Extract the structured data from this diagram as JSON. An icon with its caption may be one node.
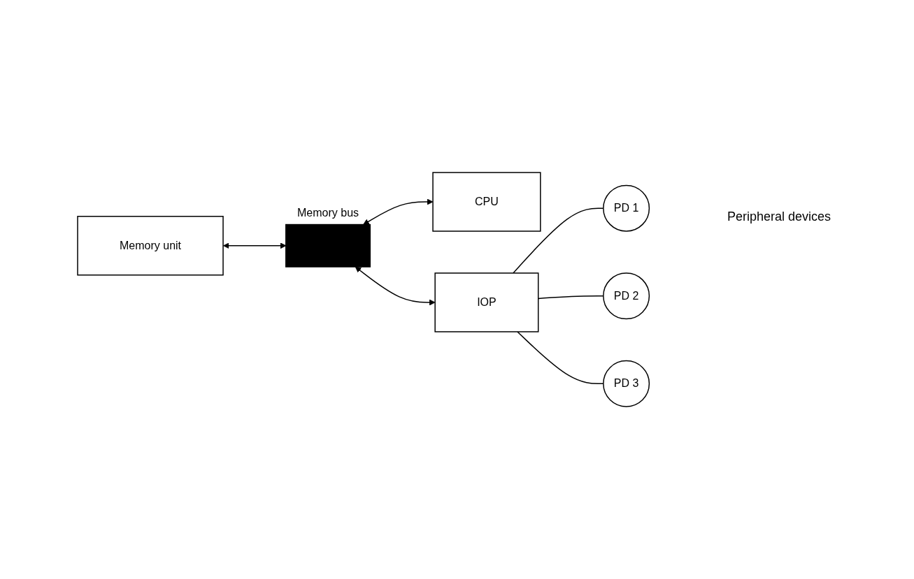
{
  "diagram": {
    "nodes": [
      {
        "text": [
          "Memory unit"
        ]
      },
      {
        "text": [],
        "shape": "bar",
        "beside": [
          "Memory bus"
        ]
      },
      {
        "text": [
          "CPU"
        ]
      },
      {
        "text": [
          "IOP"
        ]
      },
      {
        "text": [
          "PD 1"
        ]
      },
      {
        "text": [
          "PD 2"
        ]
      },
      {
        "text": [
          "PD 3"
        ]
      }
    ],
    "edges": [
      {
        "from": 0,
        "to": 1,
        "arrow": "both"
      },
      {
        "from": 1,
        "to": 2,
        "arrow": "both"
      },
      {
        "from": 1,
        "to": 3,
        "arrow": "both"
      },
      {
        "from": 3,
        "to": 4,
        "arrow": "none"
      },
      {
        "from": 3,
        "to": 5,
        "arrow": "none"
      },
      {
        "from": 3,
        "to": 6,
        "arrow": "none"
      }
    ],
    "labels": [
      "Peripheral devices"
    ]
  }
}
